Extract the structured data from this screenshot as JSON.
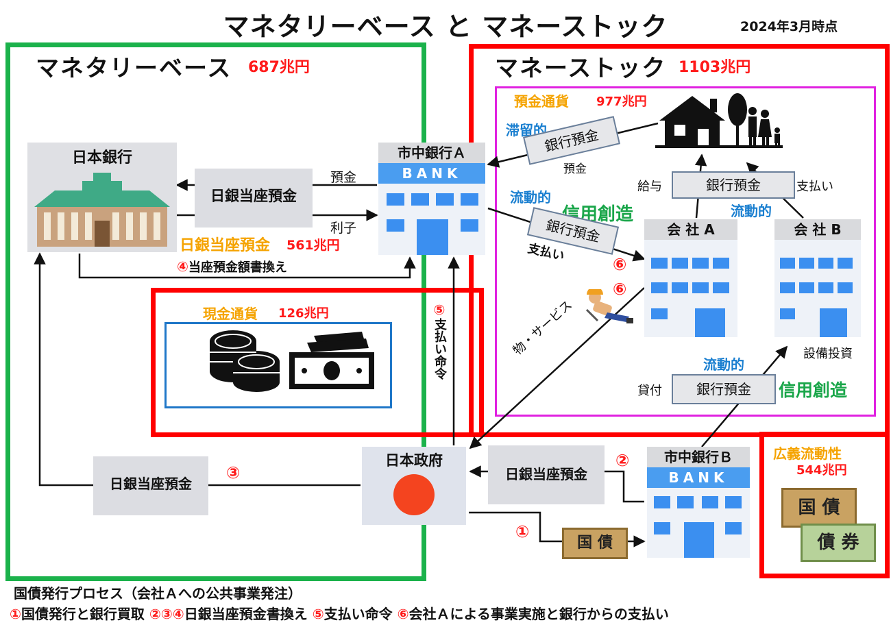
{
  "title": "マネタリーベース と マネーストック",
  "date": "2024年3月時点",
  "monetary_base": {
    "label": "マネタリーベース",
    "amount": "687兆円"
  },
  "money_stock": {
    "label": "マネーストック",
    "amount": "1103兆円"
  },
  "deposit_currency": {
    "label": "預金通貨",
    "amount": "977兆円"
  },
  "cash_currency": {
    "label": "現金通貨",
    "amount": "126兆円"
  },
  "broad_liquidity": {
    "label": "広義流動性",
    "amount": "544兆円"
  },
  "boj": {
    "label": "日本銀行"
  },
  "boj_current_deposit": {
    "label": "日銀当座預金",
    "amount": "561兆円"
  },
  "nodes": {
    "bank_a": "市中銀行Ａ",
    "bank_b": "市中銀行Ｂ",
    "government": "日本政府",
    "company_a": "会 社 A",
    "company_b": "会 社 B",
    "bank_sign": "BANK"
  },
  "chips": {
    "boj_deposit": "日銀当座預金",
    "bank_deposit": "銀行預金"
  },
  "bonds": {
    "kokusai": "国 債",
    "saiken": "債 券"
  },
  "labels": {
    "deposit": "預金",
    "interest": "利子",
    "rewrite": "当座預金額書換え",
    "payment_order": "支払い命令",
    "stagnant": "滞留的",
    "liquid": "流動的",
    "credit_creation": "信用創造",
    "payment": "支払い",
    "salary": "給与",
    "payment2": "支払い",
    "goods_services": "物・サービス",
    "capex": "設備投資",
    "loan": "貸付",
    "deposit_small": "預金"
  },
  "circled": {
    "n1": "①",
    "n2": "②",
    "n3": "③",
    "n4": "④",
    "n5": "⑤",
    "n6": "⑥"
  },
  "footer": {
    "line1": "国債発行プロセス（会社Ａへの公共事業発注）",
    "step1_num": "①",
    "step1": "国債発行と銀行買取",
    "step234_num": "②③④",
    "step234": "日銀当座預金書換え",
    "step5_num": "⑤",
    "step5": "支払い命令",
    "step6_num": "⑥",
    "step6": "会社Ａによる事業実施と銀行からの支払い"
  },
  "colors": {
    "green": "#1bb24b",
    "red": "#ff0000",
    "magenta": "#e020e0",
    "blue": "#1f77c8",
    "orange": "#f5a300"
  }
}
